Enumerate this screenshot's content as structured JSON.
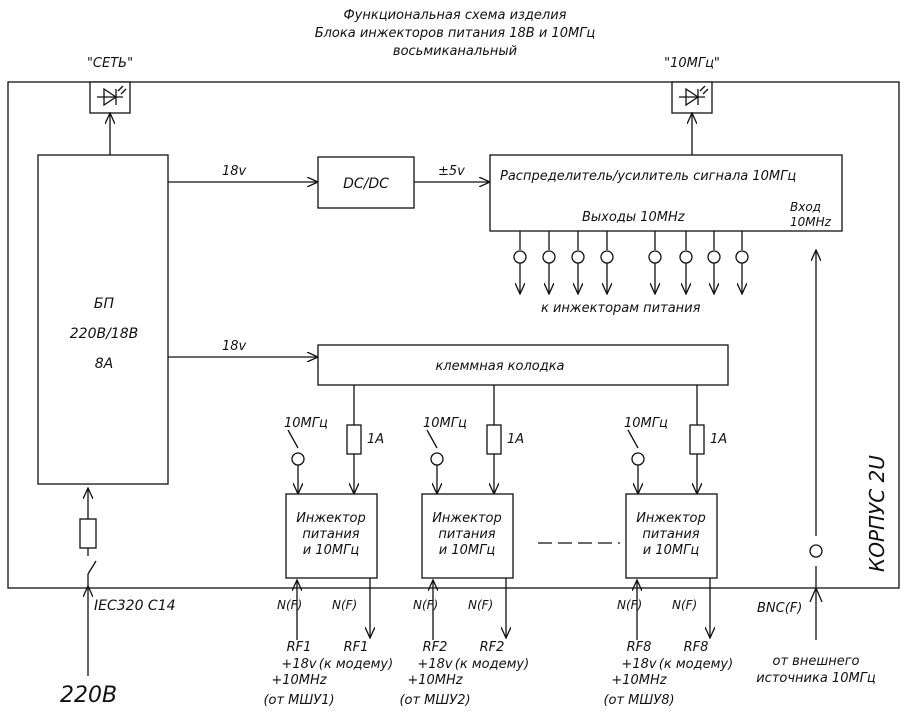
{
  "title": {
    "line1": "Функциональная схема изделия",
    "line2": "Блока инжекторов питания 18В и 10МГц",
    "line3": "восьмиканальный"
  },
  "indicators": {
    "power_label": "\"СЕТЬ\"",
    "ref_label": "\"10МГц\""
  },
  "psu": {
    "line1": "БП",
    "line2": "220В/18В",
    "line3": "8А"
  },
  "wires": {
    "v18_top": "18v",
    "v18_mid": "18v",
    "v5": "±5v"
  },
  "dcdc_label": "DC/DC",
  "distributor": {
    "title": "Распределитель/усилитель сигнала 10МГц",
    "outputs_label": "Выходы 10MHz",
    "input_line1": "Вход",
    "input_line2": "10MHz",
    "to_injectors": "к инжекторам питания"
  },
  "terminal_block": "клеммная колодка",
  "injectors": [
    {
      "line1": "Инжектор",
      "line2": "питания",
      "line3": "и 10МГц",
      "ref_label": "10МГц",
      "fuse_label": "1А",
      "in_conn": "N(F)",
      "out_conn": "N(F)",
      "rf_label": "RF1",
      "rf_sub1": "+18v",
      "rf_sub2": "+10MHz",
      "rf_sub3": "(от МШУ1)",
      "out_label": "RF1",
      "out_sub": "(к модему)"
    },
    {
      "line1": "Инжектор",
      "line2": "питания",
      "line3": "и 10МГц",
      "ref_label": "10МГц",
      "fuse_label": "1А",
      "in_conn": "N(F)",
      "out_conn": "N(F)",
      "rf_label": "RF2",
      "rf_sub1": "+18v",
      "rf_sub2": "+10MHz",
      "rf_sub3": "(от МШУ2)",
      "out_label": "RF2",
      "out_sub": "(к модему)"
    },
    {
      "line1": "Инжектор",
      "line2": "питания",
      "line3": "и 10МГц",
      "ref_label": "10МГц",
      "fuse_label": "1А",
      "in_conn": "N(F)",
      "out_conn": "N(F)",
      "rf_label": "RF8",
      "rf_sub1": "+18v",
      "rf_sub2": "+10MHz",
      "rf_sub3": "(от МШУ8)",
      "out_label": "RF8",
      "out_sub": "(к модему)"
    }
  ],
  "mains": {
    "connector": "IEC320 C14",
    "voltage": "220В"
  },
  "bnc": {
    "connector": "BNC(F)",
    "line1": "от внешнего",
    "line2": "источника 10МГц"
  },
  "chassis": "КОРПУС 2U"
}
